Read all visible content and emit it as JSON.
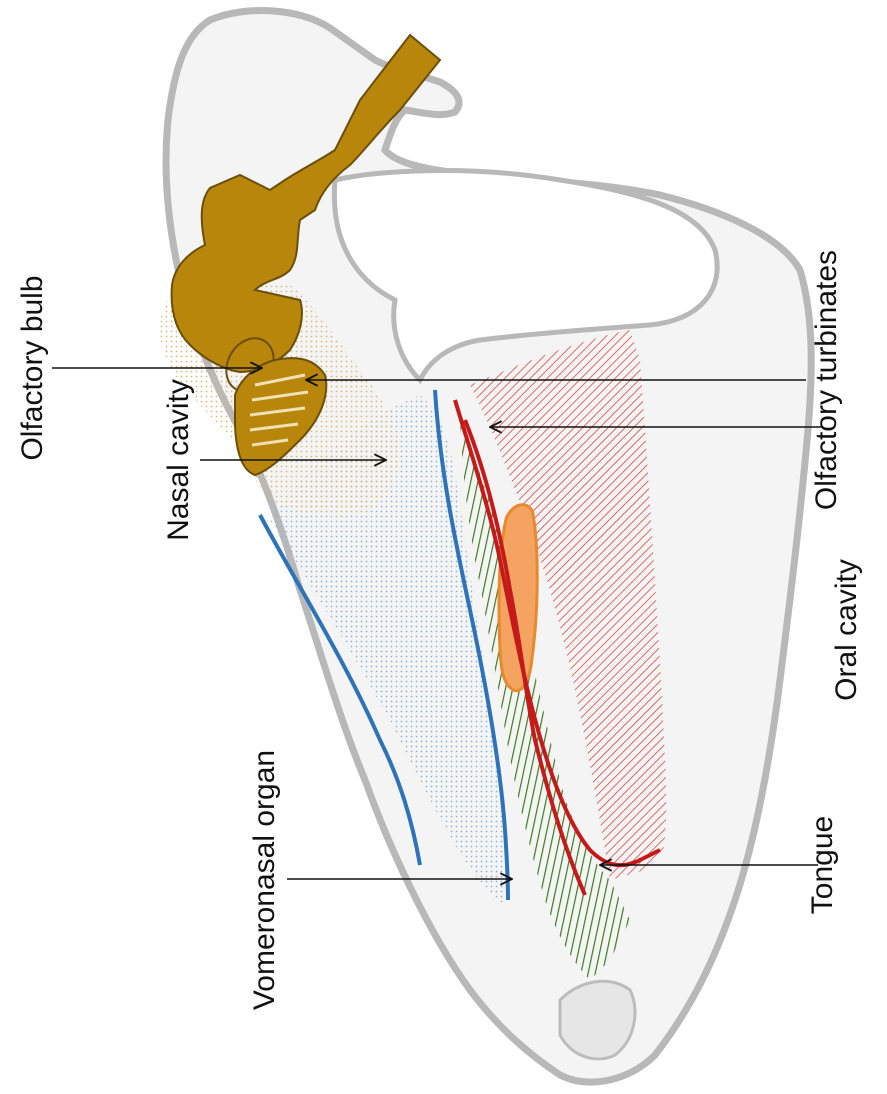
{
  "labels": {
    "olfactory_bulb": "Olfactory bulb",
    "olfactory_turbinates": "Olfactory turbinates",
    "nasal_cavity": "Nasal cavity",
    "oral_cavity": "Oral cavity",
    "vomeronasal_organ": "Vomeronasal organ",
    "tongue": "Tongue"
  },
  "colors": {
    "skull_outline": "#b8b8b8",
    "skull_fill": "#f4f4f4",
    "olfactory_bulb": "#b8860b",
    "olfactory_bulb_outline": "#6b4e0a",
    "turbinate_stipple": "#e9d6a6",
    "nasal_stipple": "#a9c4dc",
    "nasal_cavity_line": "#2e73b8",
    "oral_cavity_line": "#c41a1a",
    "tongue_hatch": "#d64545",
    "oral_stripes": "#3d7a1f",
    "vomeronasal_organ": "#f4a460",
    "vomeronasal_outline": "#e8892f",
    "label_text": "#111111"
  }
}
